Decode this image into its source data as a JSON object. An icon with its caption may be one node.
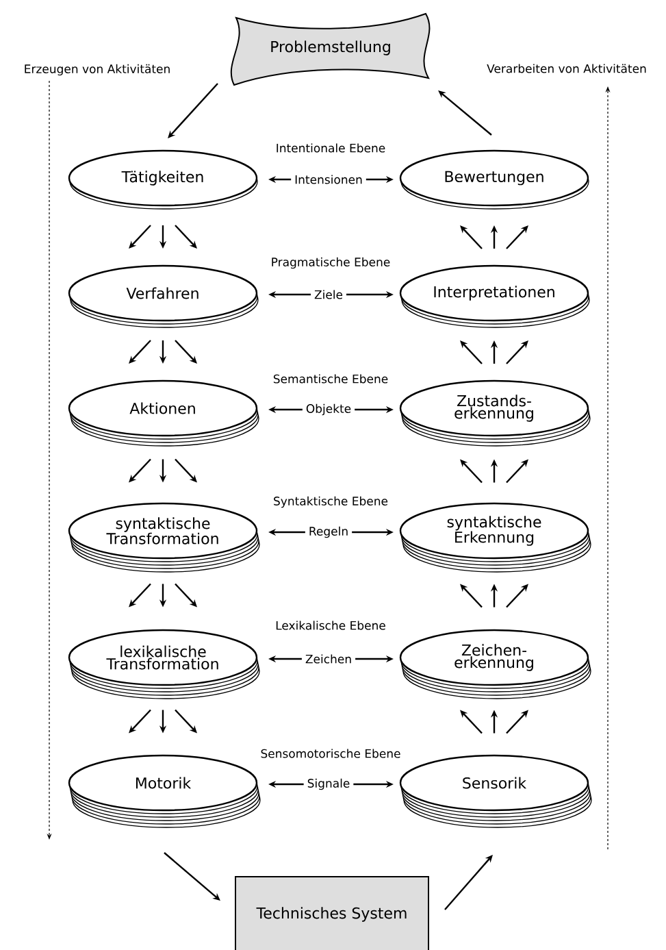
{
  "diagram": {
    "nodes": [
      {
        "text": [
          "Problemstellung"
        ]
      },
      {
        "text": [
          "Tätigkeiten"
        ]
      },
      {
        "text": [
          "Bewertungen"
        ]
      },
      {
        "text": [
          "Verfahren"
        ]
      },
      {
        "text": [
          "Interpretationen"
        ]
      },
      {
        "text": [
          "Aktionen"
        ]
      },
      {
        "text": [
          "Zustands- erkennung"
        ]
      },
      {
        "text": [
          "syntaktische Transformation"
        ]
      },
      {
        "text": [
          "syntaktische Erkennung"
        ]
      },
      {
        "text": [
          "lexikalische Transformation"
        ]
      },
      {
        "text": [
          "Zeichen- erkennung"
        ]
      },
      {
        "text": [
          "Motorik"
        ]
      },
      {
        "text": [
          "Sensorik"
        ]
      },
      {
        "text": [
          "Technisches System"
        ]
      }
    ],
    "edges": [
      {
        "from": 0,
        "to": 1,
        "arrow": "to"
      },
      {
        "from": 2,
        "to": 0,
        "arrow": "to"
      },
      {
        "from": 1,
        "to": 2,
        "arrow": "both",
        "label": "Intensionen"
      },
      {
        "from": 1,
        "to": 3,
        "arrow": "to"
      },
      {
        "from": 1,
        "to": 3,
        "arrow": "to"
      },
      {
        "from": 1,
        "to": 3,
        "arrow": "to"
      },
      {
        "from": 4,
        "to": 2,
        "arrow": "to"
      },
      {
        "from": 4,
        "to": 2,
        "arrow": "to"
      },
      {
        "from": 4,
        "to": 2,
        "arrow": "to"
      },
      {
        "from": 3,
        "to": 4,
        "arrow": "both",
        "label": "Ziele"
      },
      {
        "from": 3,
        "to": 5,
        "arrow": "to"
      },
      {
        "from": 3,
        "to": 5,
        "arrow": "to"
      },
      {
        "from": 3,
        "to": 5,
        "arrow": "to"
      },
      {
        "from": 6,
        "to": 4,
        "arrow": "to"
      },
      {
        "from": 6,
        "to": 4,
        "arrow": "to"
      },
      {
        "from": 6,
        "to": 4,
        "arrow": "to"
      },
      {
        "from": 5,
        "to": 6,
        "arrow": "both",
        "label": "Objekte"
      },
      {
        "from": 5,
        "to": 7,
        "arrow": "to"
      },
      {
        "from": 5,
        "to": 7,
        "arrow": "to"
      },
      {
        "from": 5,
        "to": 7,
        "arrow": "to"
      },
      {
        "from": 8,
        "to": 6,
        "arrow": "to"
      },
      {
        "from": 8,
        "to": 6,
        "arrow": "to"
      },
      {
        "from": 8,
        "to": 6,
        "arrow": "to"
      },
      {
        "from": 7,
        "to": 8,
        "arrow": "both",
        "label": "Regeln"
      },
      {
        "from": 7,
        "to": 9,
        "arrow": "to"
      },
      {
        "from": 7,
        "to": 9,
        "arrow": "to"
      },
      {
        "from": 7,
        "to": 9,
        "arrow": "to"
      },
      {
        "from": 10,
        "to": 8,
        "arrow": "to"
      },
      {
        "from": 10,
        "to": 8,
        "arrow": "to"
      },
      {
        "from": 10,
        "to": 8,
        "arrow": "to"
      },
      {
        "from": 9,
        "to": 10,
        "arrow": "both",
        "label": "Zeichen"
      },
      {
        "from": 9,
        "to": 11,
        "arrow": "to"
      },
      {
        "from": 9,
        "to": 11,
        "arrow": "to"
      },
      {
        "from": 9,
        "to": 11,
        "arrow": "to"
      },
      {
        "from": 12,
        "to": 10,
        "arrow": "to"
      },
      {
        "from": 12,
        "to": 10,
        "arrow": "to"
      },
      {
        "from": 12,
        "to": 10,
        "arrow": "to"
      },
      {
        "from": 11,
        "to": 12,
        "arrow": "both",
        "label": "Signale"
      },
      {
        "from": 11,
        "to": 13,
        "arrow": "to"
      },
      {
        "from": 13,
        "to": 12,
        "arrow": "to"
      }
    ],
    "labels": [
      "Erzeugen von Aktivitäten",
      "Verarbeiten von Aktivitäten",
      "Intentionale Ebene",
      "Pragmatische Ebene",
      "Semantische Ebene",
      "Syntaktische Ebene",
      "Lexikalische Ebene",
      "Sensomotorische Ebene"
    ]
  }
}
